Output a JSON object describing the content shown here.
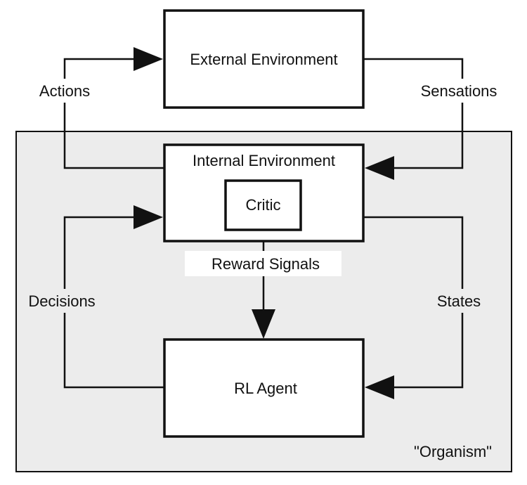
{
  "diagram": {
    "nodes": {
      "external_environment": "External Environment",
      "internal_environment": "Internal Environment",
      "critic": "Critic",
      "rl_agent": "RL Agent",
      "organism": "\"Organism\""
    },
    "edges": {
      "actions": "Actions",
      "sensations": "Sensations",
      "reward_signals": "Reward Signals",
      "decisions": "Decisions",
      "states": "States"
    },
    "colors": {
      "organism_fill": "#ececec",
      "stroke": "#111111",
      "box_fill": "#ffffff"
    }
  }
}
